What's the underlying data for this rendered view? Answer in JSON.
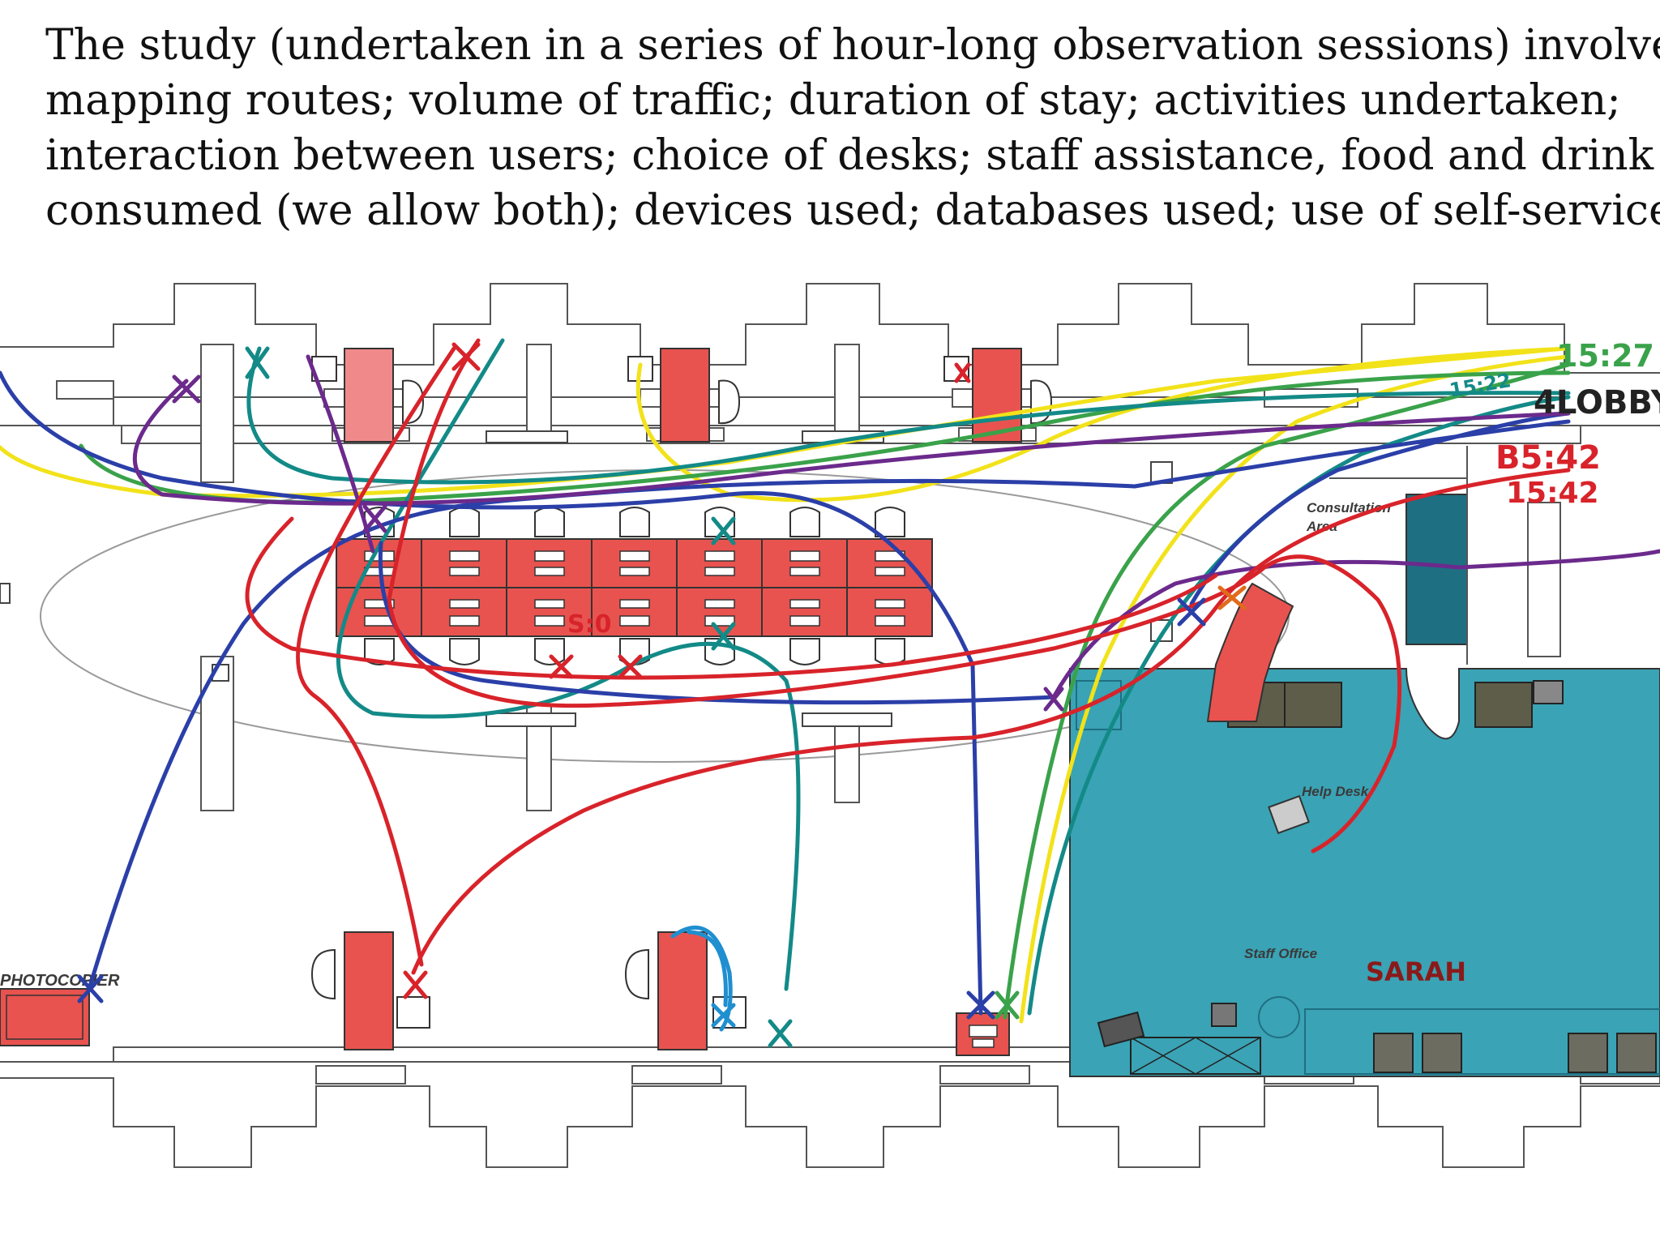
{
  "caption": {
    "lines": [
      "The study (undertaken in a series of hour-long observation sessions) involved:",
      "mapping routes; volume of traffic; duration of stay; activities undertaken;",
      "interaction between users; choice of desks; staff assistance, food and drink",
      "consumed (we allow both); devices used; databases used; use of self-service."
    ]
  },
  "plan": {
    "labels": {
      "consultation_area_1": "Consultation",
      "consultation_area_2": "Area",
      "help_desk": "Help Desk",
      "staff_office": "Staff Office",
      "photocopier": "PHOTOCOPIER"
    },
    "handwritten": {
      "time_1527": "15:27",
      "lobby": "4LOBBY",
      "time_1522": "15:22",
      "time_b542": "B5:42",
      "time_1542": "15:42",
      "sarah": "SARAH",
      "mid_note": "S:0"
    },
    "colors": {
      "desk_red": "#e8534f",
      "staff_office_blue": "#3aa3b5",
      "consultation_teal": "#1f6f82",
      "route_red": "#d8232a",
      "route_blue": "#2b3fa8",
      "route_green": "#3aa24a",
      "route_teal": "#138a87",
      "route_purple": "#6b2a8c",
      "route_yellow": "#f2e21a",
      "route_cyan": "#1f8fd0"
    }
  }
}
